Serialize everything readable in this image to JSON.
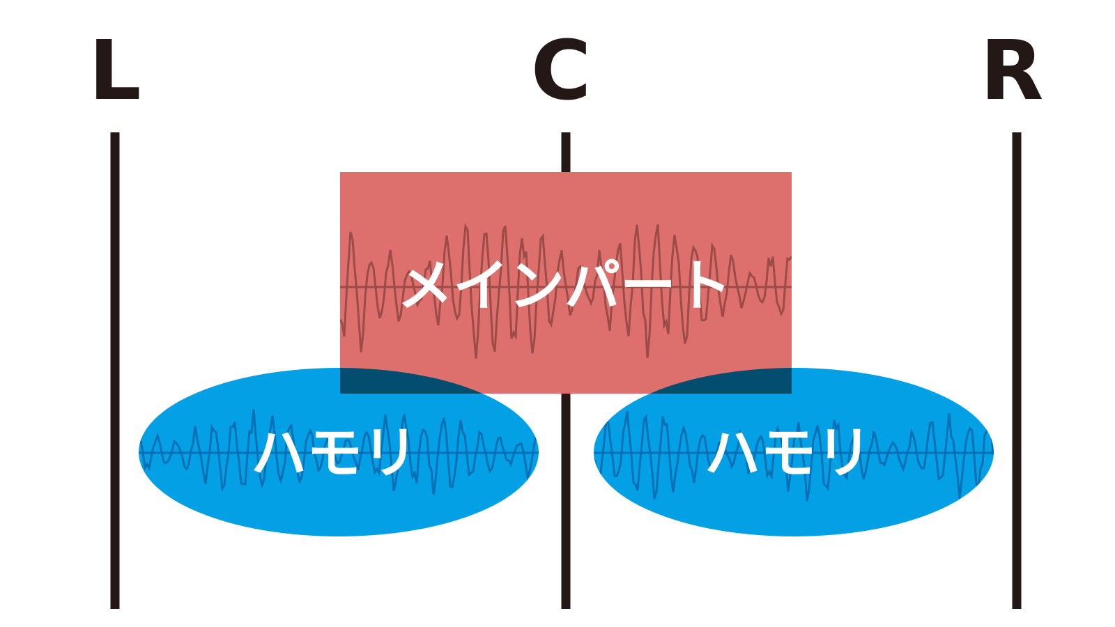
{
  "channels": {
    "left": "L",
    "center": "C",
    "right": "R"
  },
  "main_part": {
    "label": "メインパート",
    "color": "#dd706c",
    "wave_color": "#9b4b48"
  },
  "harmony_left": {
    "label": "ハモリ",
    "color": "#03a0e6",
    "wave_color": "#0270b5"
  },
  "harmony_right": {
    "label": "ハモリ",
    "color": "#03a0e6",
    "wave_color": "#0270b5"
  },
  "overlap_color": "#034e70",
  "line_color": "#231815"
}
